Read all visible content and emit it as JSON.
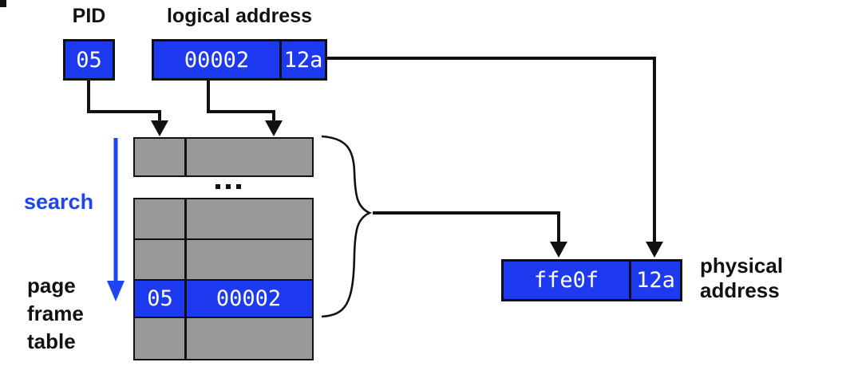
{
  "labels": {
    "pid": "PID",
    "logical_address": "logical address",
    "search": "search",
    "page_frame_table_lines": [
      "page",
      "frame",
      "table"
    ],
    "physical_address_lines": [
      "physical",
      "address"
    ]
  },
  "values": {
    "pid": "05",
    "logical_page": "00002",
    "logical_offset": "12a",
    "matched_pid": "05",
    "matched_page": "00002",
    "physical_frame": "ffe0f",
    "physical_offset": "12a",
    "ellipsis": "..."
  },
  "colors": {
    "box_blue": "#1e3af0",
    "row_gray": "#999999",
    "line_black": "#111111",
    "search_blue": "#1d46f0",
    "text_white": "#ffffff",
    "label_black": "#111111",
    "background": "#ffffff"
  }
}
